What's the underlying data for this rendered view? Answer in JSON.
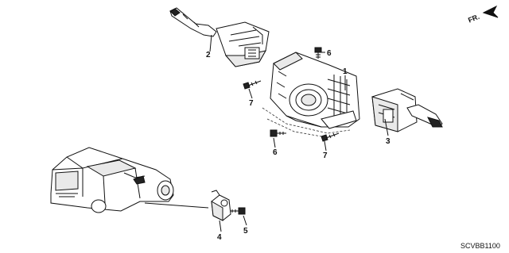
{
  "callouts": {
    "c1": "1",
    "c2": "2",
    "c3": "3",
    "c4": "4",
    "c5": "5",
    "c6a": "6",
    "c6b": "6",
    "c7a": "7",
    "c7b": "7"
  },
  "direction_label": "FR.",
  "diagram_code": "SCVBB1100"
}
